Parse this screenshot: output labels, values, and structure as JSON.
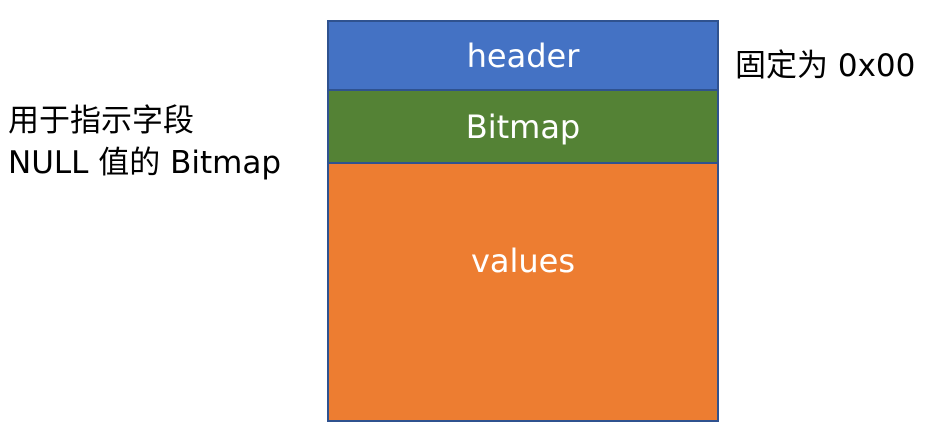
{
  "blocks": {
    "header": {
      "label": "header",
      "color": "#4472c4"
    },
    "bitmap": {
      "label": "Bitmap",
      "color": "#548235"
    },
    "values": {
      "label": "values",
      "color": "#ed7d31"
    }
  },
  "annotations": {
    "header_note": "固定为 0x00",
    "bitmap_note_line1": "用于指示字段",
    "bitmap_note_line2": "NULL 值的 Bitmap"
  }
}
